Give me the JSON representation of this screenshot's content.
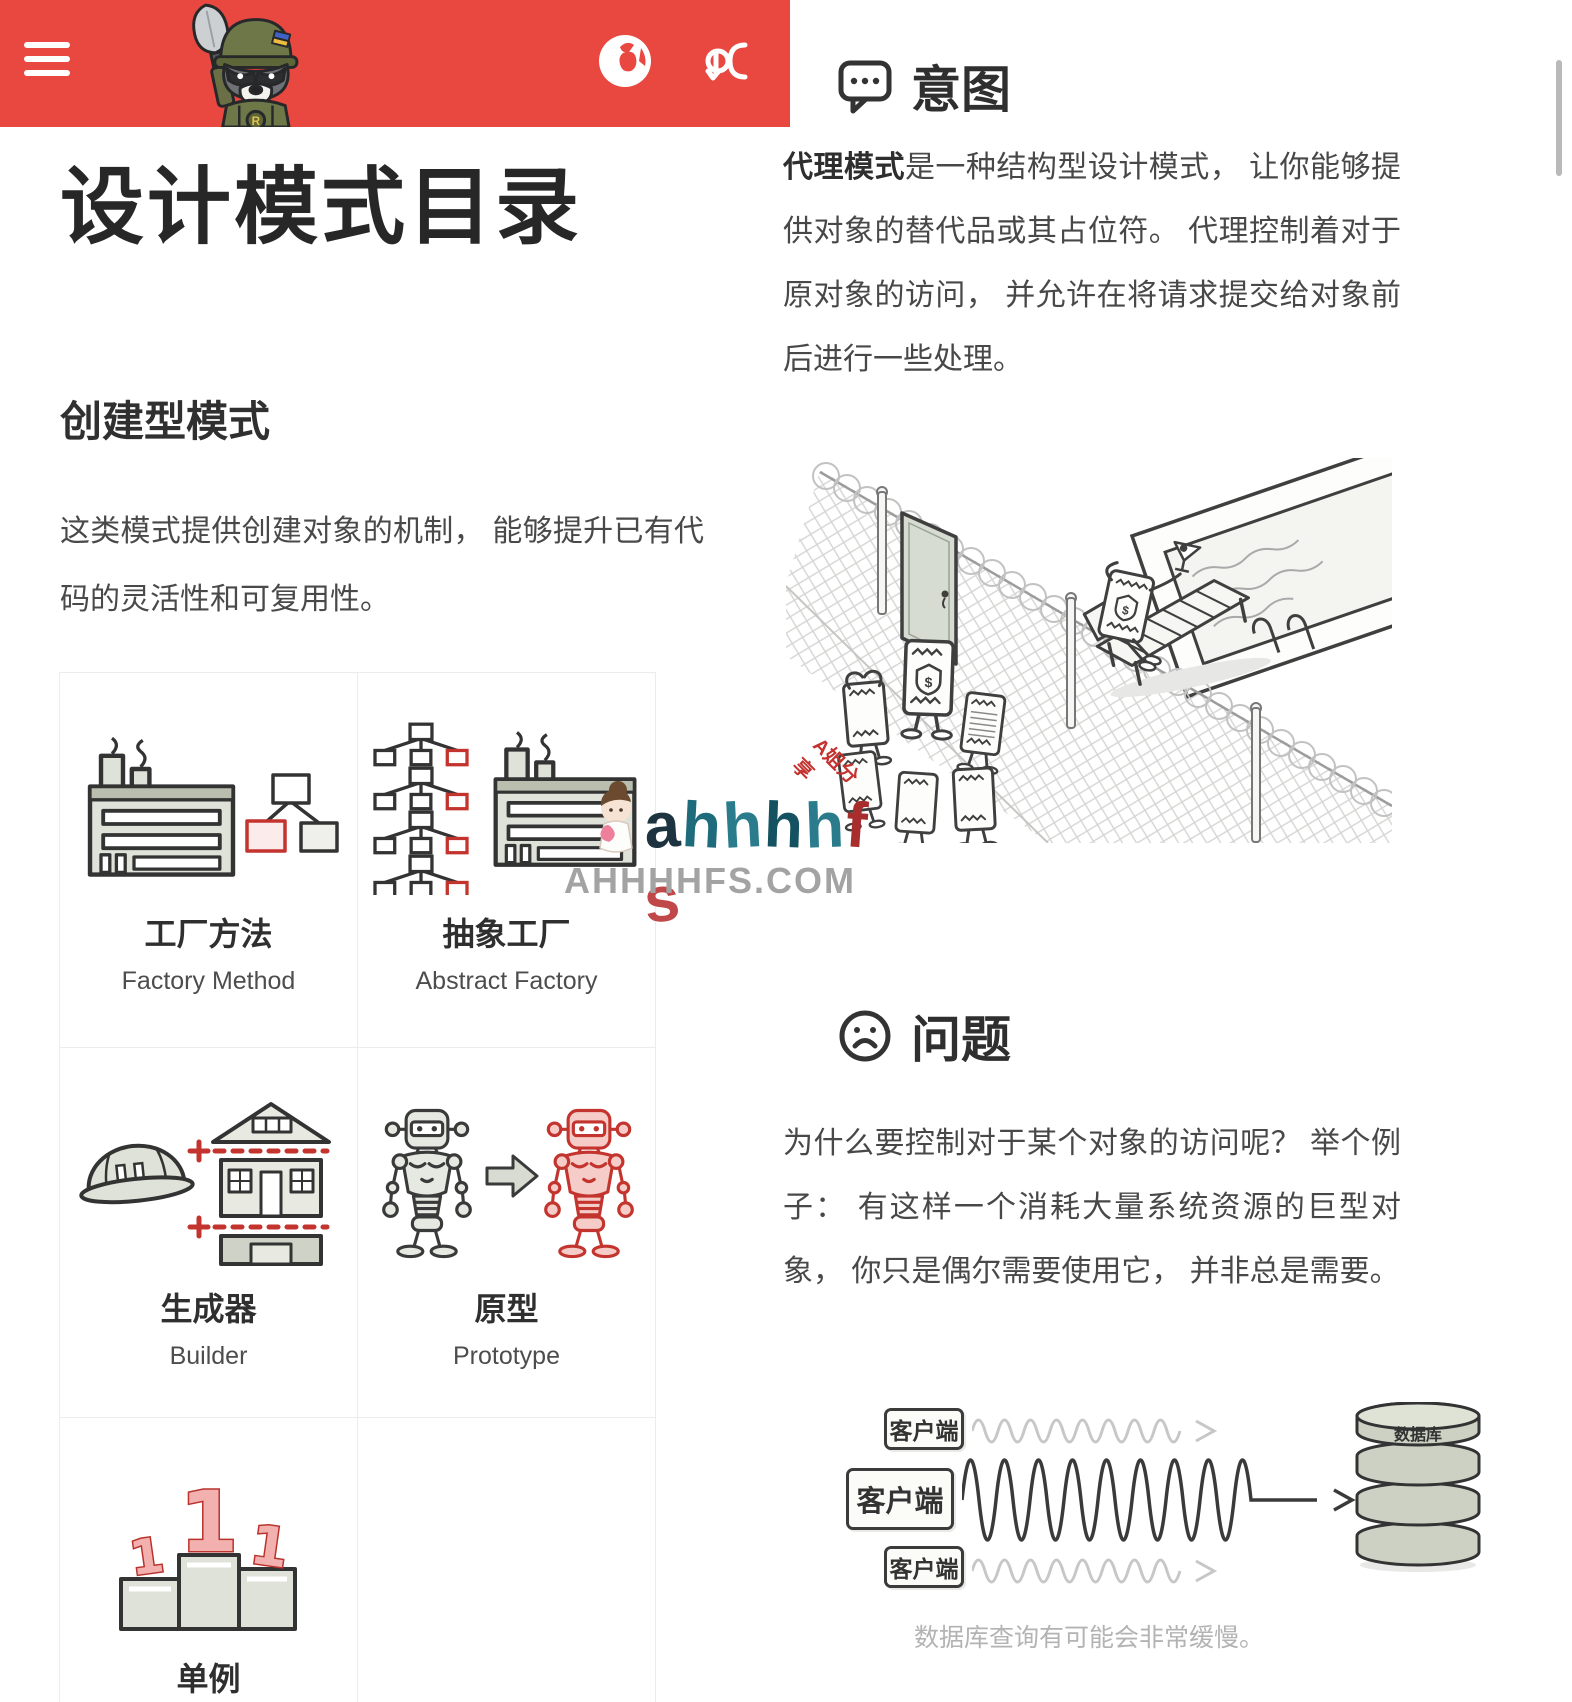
{
  "colors": {
    "header_red": "#e8483f",
    "pattern_red": "#c4342e",
    "ink": "#333333",
    "muted_gray": "#b3b3b3"
  },
  "header": {
    "menu_icon": "hamburger-icon",
    "logo": "refactoring-guru-raccoon-mascot",
    "globe_icon": "language-globe-icon",
    "user_icon": "user-profile-icon"
  },
  "catalog": {
    "title": "设计模式目录",
    "section_heading": "创建型模式",
    "section_description": "这类模式提供创建对象的机制， 能够提升已有代码的灵活性和可复用性。",
    "patterns": [
      {
        "name_zh": "工厂方法",
        "name_en": "Factory Method"
      },
      {
        "name_zh": "抽象工厂",
        "name_en": "Abstract Factory"
      },
      {
        "name_zh": "生成器",
        "name_en": "Builder"
      },
      {
        "name_zh": "原型",
        "name_en": "Prototype"
      },
      {
        "name_zh": "单例",
        "name_en": ""
      }
    ]
  },
  "article": {
    "intent_heading": "意图",
    "intent_bold": "代理模式",
    "intent_text": "是一种结构型设计模式， 让你能够提供对象的替代品或其占位符。 代理控制着对于原对象的访问， 并允许在将请求提交给对象前后进行一些处理。",
    "problem_heading": "问题",
    "problem_text": "为什么要控制对于某个对象的访问呢？ 举个例子： 有这样一个消耗大量系统资源的巨型对象， 你只是偶尔需要使用它， 并非总是需要。",
    "diagram": {
      "client_label_1": "客户端",
      "client_label_2": "客户端",
      "client_label_3": "客户端",
      "database_label": "数据库",
      "caption": "数据库查询有可能会非常缓慢。"
    }
  },
  "watermark": {
    "brand_letters": [
      "a",
      "h",
      "h",
      "h",
      "h",
      "f",
      "s"
    ],
    "site": "AHHHHFS.COM",
    "badge": "A姐分享"
  }
}
